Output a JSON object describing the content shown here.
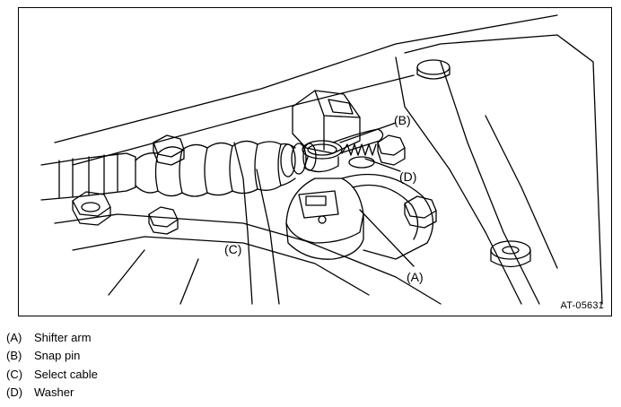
{
  "figure": {
    "id_label": "AT-05631",
    "callouts": {
      "a": "(A)",
      "b": "(B)",
      "c": "(C)",
      "d": "(D)"
    }
  },
  "legend": {
    "items": [
      {
        "key": "(A)",
        "text": "Shifter arm"
      },
      {
        "key": "(B)",
        "text": "Snap pin"
      },
      {
        "key": "(C)",
        "text": "Select cable"
      },
      {
        "key": "(D)",
        "text": "Washer"
      }
    ]
  }
}
